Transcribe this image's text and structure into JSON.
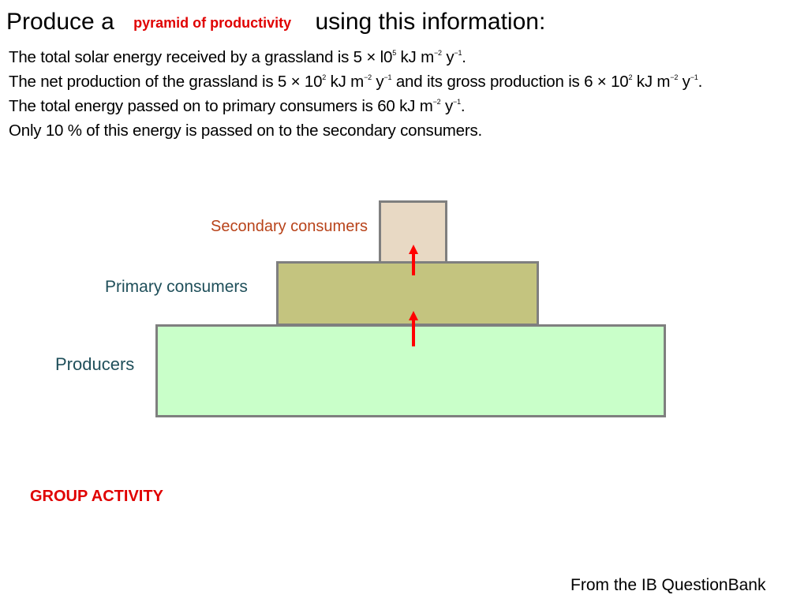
{
  "title": {
    "prefix": "Produce a",
    "highlight": "pyramid of productivity",
    "suffix": "using this information:"
  },
  "info_lines": [
    {
      "parts": [
        {
          "t": "The total solar energy received by a grassland is 5 × l0"
        },
        {
          "t": "5",
          "sup": true
        },
        {
          "t": " kJ m"
        },
        {
          "t": "−2",
          "sup": true
        },
        {
          "t": " y"
        },
        {
          "t": "−1",
          "sup": true
        },
        {
          "t": "."
        }
      ]
    },
    {
      "parts": [
        {
          "t": "The net production of the grassland is 5 × 10"
        },
        {
          "t": "2",
          "sup": true
        },
        {
          "t": " kJ m"
        },
        {
          "t": "−2",
          "sup": true
        },
        {
          "t": " y"
        },
        {
          "t": "−1",
          "sup": true
        },
        {
          "t": " and its gross production is 6 × 10"
        },
        {
          "t": "2",
          "sup": true
        },
        {
          "t": " kJ m"
        },
        {
          "t": "−2",
          "sup": true
        },
        {
          "t": " y"
        },
        {
          "t": "−1",
          "sup": true
        },
        {
          "t": "."
        }
      ]
    },
    {
      "parts": [
        {
          "t": "The total energy passed on to primary consumers is 60 kJ m"
        },
        {
          "t": "−2",
          "sup": true
        },
        {
          "t": " y"
        },
        {
          "t": "−1",
          "sup": true
        },
        {
          "t": "."
        }
      ]
    },
    {
      "parts": [
        {
          "t": "Only 10 % of this energy is passed on to the secondary consumers."
        }
      ]
    }
  ],
  "pyramid": {
    "levels": [
      {
        "label": "Secondary consumers",
        "fill": "#e8d9c4",
        "label_color": "#b8431a"
      },
      {
        "label": "Primary consumers",
        "fill": "#c4c47f",
        "label_color": "#1f4f5a"
      },
      {
        "label": "Producers",
        "fill": "#c9ffc9",
        "label_color": "#1f4f5a"
      }
    ],
    "border_color": "#7f7f7f",
    "arrow_color": "#ff0000"
  },
  "activity_label": "GROUP ACTIVITY",
  "source": "From the IB QuestionBank"
}
